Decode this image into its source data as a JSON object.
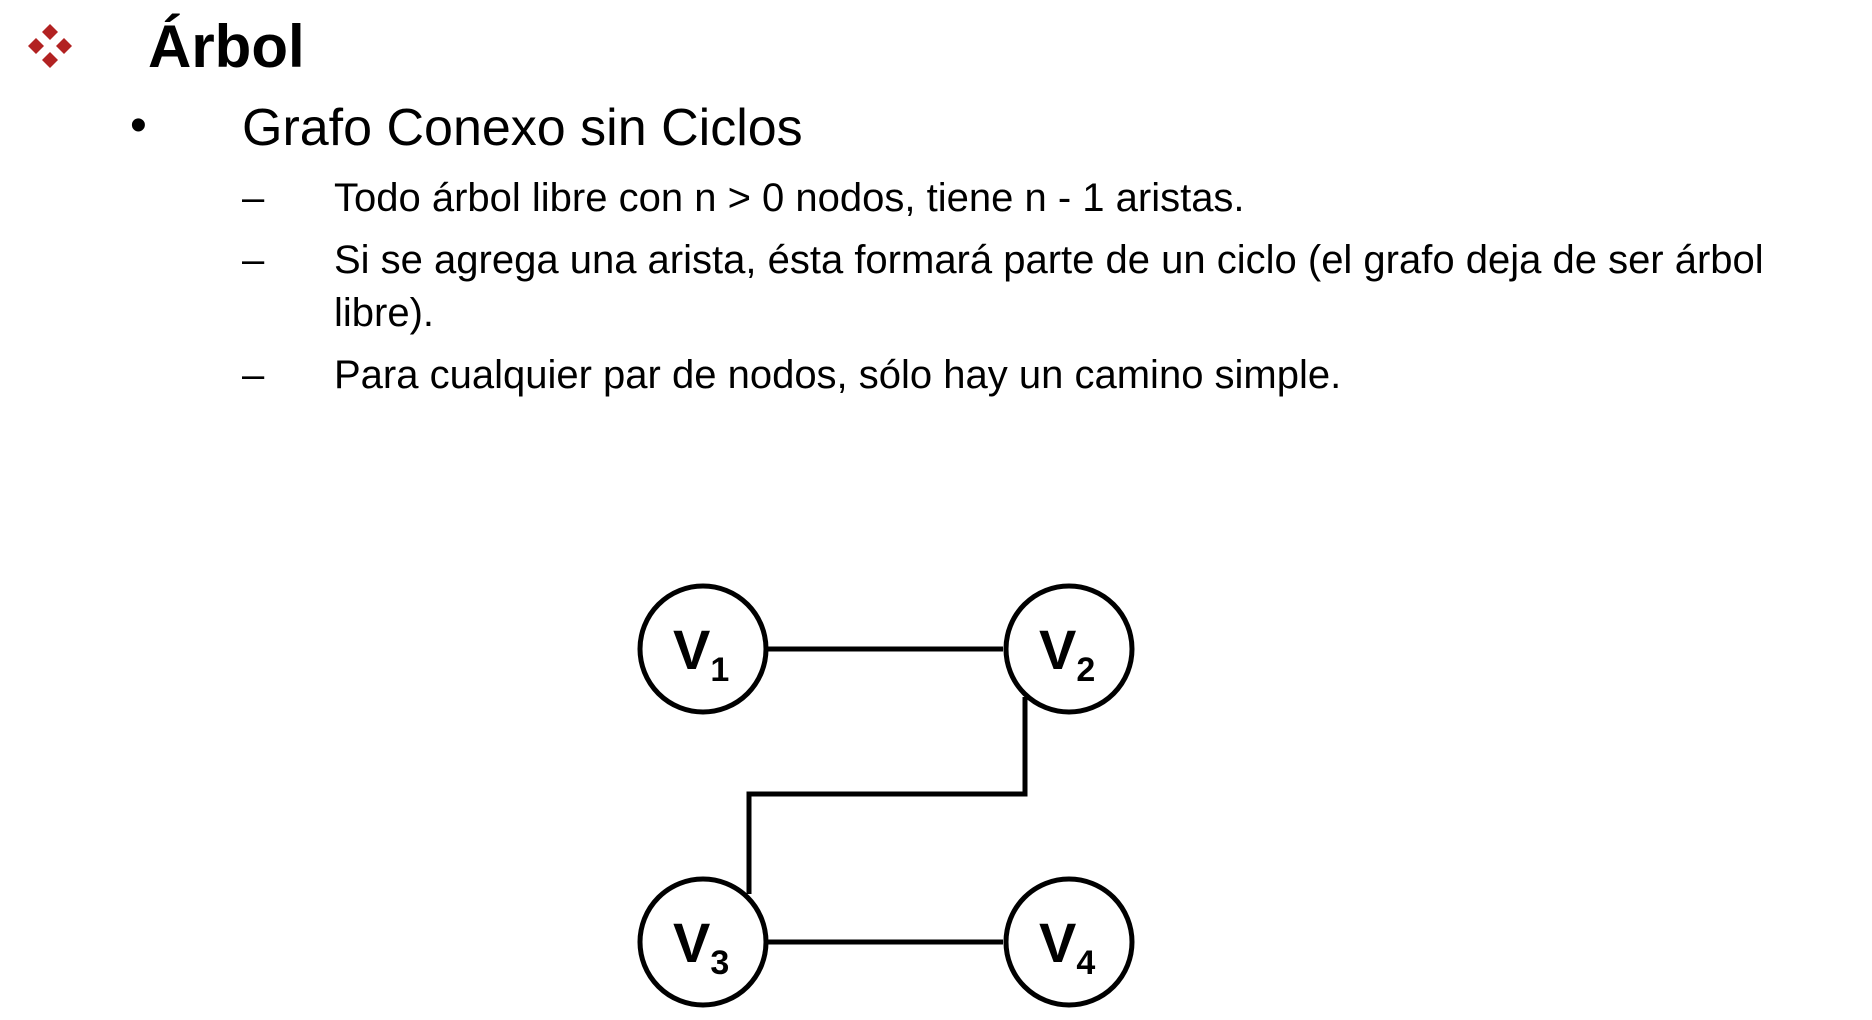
{
  "slide": {
    "title": "Árbol",
    "title_icon": "diamond-cluster-icon",
    "title_icon_color": "#b22222",
    "bullet_symbol": "•",
    "dash_symbol": "–",
    "heading": "Grafo Conexo sin Ciclos",
    "subpoints": [
      "Todo árbol libre con n > 0 nodos, tiene n - 1 aristas.",
      "Si se agrega una arista, ésta formará parte de un ciclo (el grafo deja de ser árbol libre).",
      "Para cualquier par de nodos, sólo hay un camino simple."
    ]
  },
  "graph": {
    "nodes": [
      {
        "id": "v1",
        "label": "V",
        "subscript": "1"
      },
      {
        "id": "v2",
        "label": "V",
        "subscript": "2"
      },
      {
        "id": "v3",
        "label": "V",
        "subscript": "3"
      },
      {
        "id": "v4",
        "label": "V",
        "subscript": "4"
      }
    ],
    "edges": [
      {
        "from": "v1",
        "to": "v2"
      },
      {
        "from": "v2",
        "to": "v3"
      },
      {
        "from": "v3",
        "to": "v4"
      }
    ]
  }
}
